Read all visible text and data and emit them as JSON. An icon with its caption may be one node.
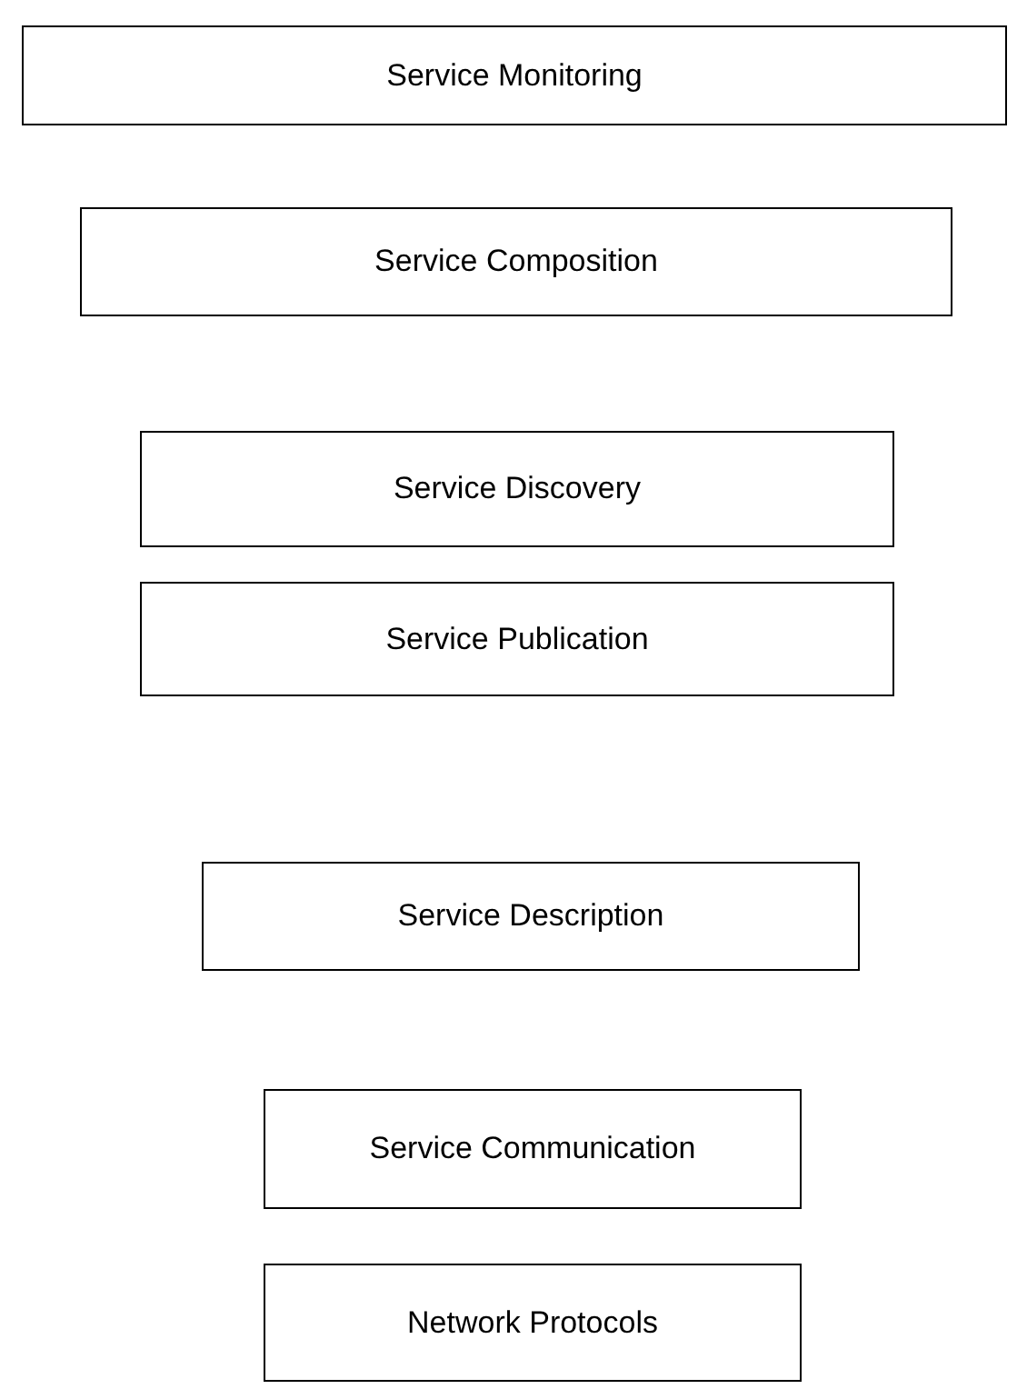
{
  "diagram": {
    "nodes": [
      {
        "text": [
          "Service Monitoring"
        ]
      },
      {
        "text": [
          "Service Composition"
        ]
      },
      {
        "text": [
          "Service Discovery"
        ]
      },
      {
        "text": [
          "Service Publication"
        ]
      },
      {
        "text": [
          "Service Description"
        ]
      },
      {
        "text": [
          "Service Communication"
        ]
      },
      {
        "text": [
          "Network Protocols"
        ]
      }
    ]
  }
}
